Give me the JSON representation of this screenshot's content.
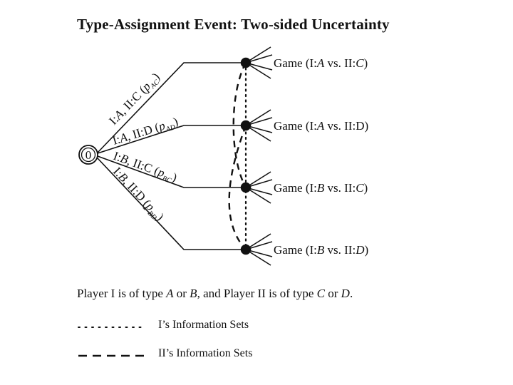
{
  "title": "Type-Assignment Event: Two-sided Uncertainty",
  "root": {
    "label": "0"
  },
  "branches": [
    {
      "lhs": "I:",
      "lhs_type": "A",
      "mid": ", II:C (",
      "p": "p",
      "sub": "AC",
      "close": ")"
    },
    {
      "lhs": "I:",
      "lhs_type": "A",
      "mid": ", II:D (",
      "p": "p",
      "sub": "AD",
      "close": ")"
    },
    {
      "lhs": "I:",
      "lhs_type": "B",
      "mid": ", II:C (",
      "p": "p",
      "sub": "BC",
      "close": ")"
    },
    {
      "lhs": "I:",
      "lhs_type": "B",
      "mid": ", II:D (",
      "p": "p",
      "sub": "BD",
      "close": ")"
    }
  ],
  "games": [
    {
      "prefix": "Game (I:",
      "t1": "A",
      "vs": " vs. II:",
      "t2": "C",
      "suffix": ")"
    },
    {
      "prefix": "Game (I:",
      "t1": "A",
      "vs": " vs. II:",
      "t2": "D",
      "suffix": ")"
    },
    {
      "prefix": "Game (I:",
      "t1": "B",
      "vs": " vs. II:",
      "t2": "C",
      "suffix": ")"
    },
    {
      "prefix": "Game (I:",
      "t1": "B",
      "vs": " vs. II:",
      "t2": "D",
      "suffix": ")"
    }
  ],
  "caption": {
    "part1": "Player I is of type ",
    "a": "A",
    "part2": " or ",
    "b": "B",
    "part3": ", and Player II is of type ",
    "c": "C",
    "part4": " or ",
    "d": "D",
    "part5": "."
  },
  "legend": {
    "dotted_label": "I’s Information Sets",
    "dashed_label": "II’s Information Sets"
  }
}
